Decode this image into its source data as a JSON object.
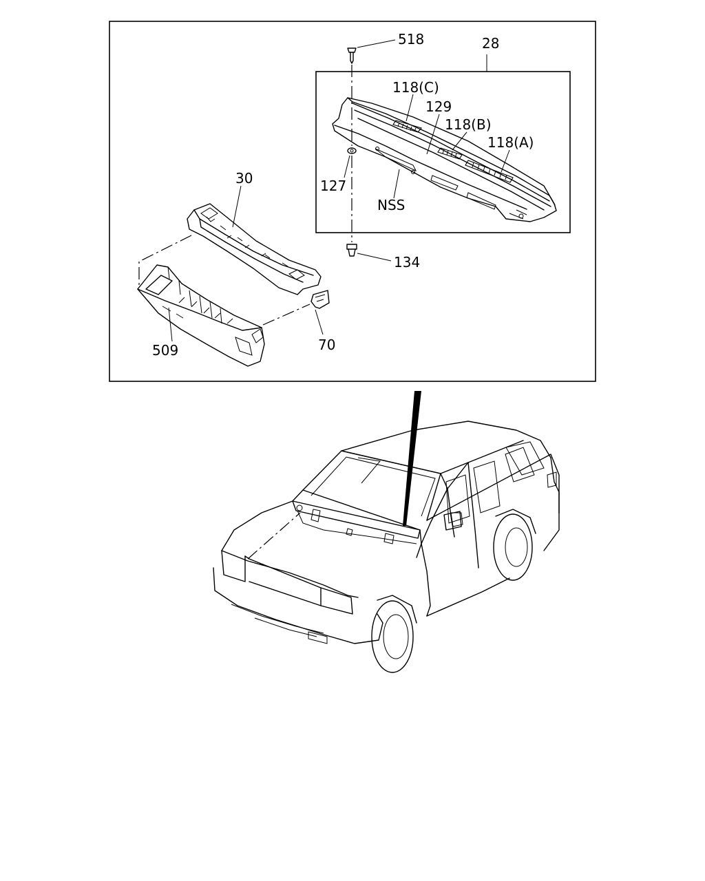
{
  "callouts": {
    "c518": "518",
    "c28": "28",
    "c118c": "118(C)",
    "c129": "129",
    "c118b": "118(B)",
    "c118a": "118(A)",
    "c127": "127",
    "c30": "30",
    "cNSS": "NSS",
    "c134": "134",
    "c509": "509",
    "c70": "70"
  }
}
